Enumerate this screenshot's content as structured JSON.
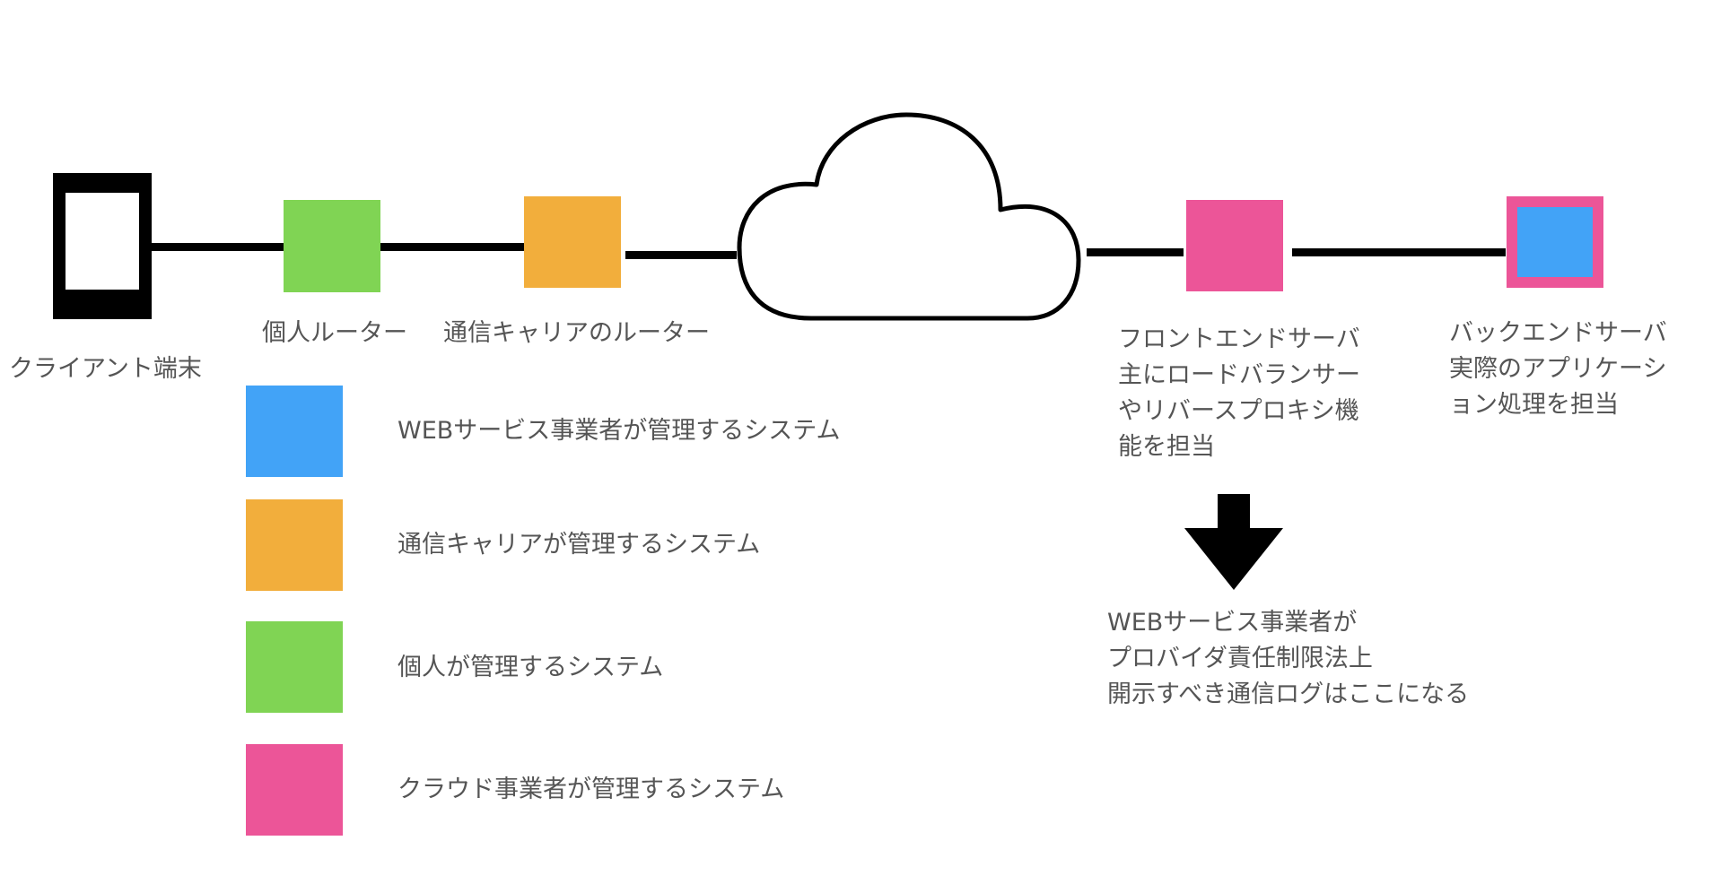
{
  "colors": {
    "web": "#42a3f7",
    "carrier": "#f2ae3c",
    "personal": "#80d454",
    "cloud": "#ec5598",
    "line": "#000000",
    "text": "#555555"
  },
  "nodes": {
    "client_label": "クライアント端末",
    "personal_router_label": "個人ルーター",
    "carrier_router_label": "通信キャリアのルーター",
    "frontend_lines": [
      "フロントエンドサーバ",
      "主にロードバランサー",
      "やリバースプロキシ機",
      "能を担当"
    ],
    "backend_lines": [
      "バックエンドサーバ",
      "実際のアプリケーシ",
      "ョン処理を担当"
    ]
  },
  "legend": [
    {
      "label": "WEBサービス事業者が管理するシステム",
      "color_key": "web"
    },
    {
      "label": "通信キャリアが管理するシステム",
      "color_key": "carrier"
    },
    {
      "label": "個人が管理するシステム",
      "color_key": "personal"
    },
    {
      "label": "クラウド事業者が管理するシステム",
      "color_key": "cloud"
    }
  ],
  "note_lines": [
    "WEBサービス事業者が",
    "プロバイダ責任制限法上",
    "開示すべき通信ログはここになる"
  ],
  "icons": {
    "client": "smartphone-icon",
    "cloud": "cloud-icon",
    "arrow": "arrow-down-icon"
  }
}
